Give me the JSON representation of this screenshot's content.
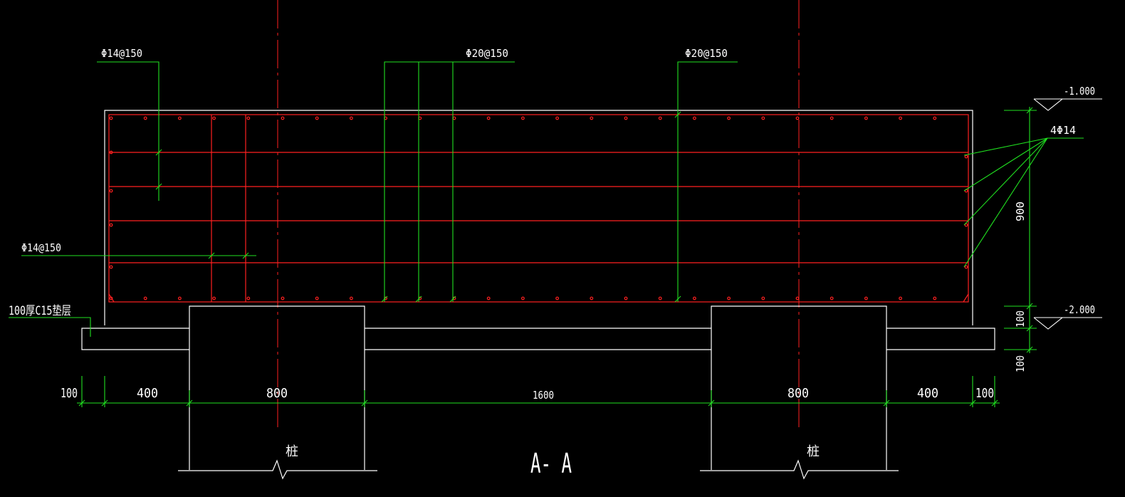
{
  "colors": {
    "background": "#000000",
    "outline": "#ffffff",
    "rebar": "#ff2020",
    "annotation": "#20e020",
    "centerline": "#ff2020"
  },
  "labels": {
    "rebar_top_left": "Φ14@150",
    "rebar_top_mid": "Φ20@150",
    "rebar_top_right": "Φ20@150",
    "rebar_left_mid": "Φ14@150",
    "side_bars": "4Φ14",
    "cushion": "100厚C15垫层",
    "elev_top": "-1.000",
    "elev_bottom": "-2.000",
    "height_900": "900",
    "height_100a": "100",
    "height_100b": "100",
    "dims": [
      "100",
      "400",
      "800",
      "1600",
      "800",
      "400",
      "100"
    ],
    "pile_left": "桩",
    "pile_right": "桩",
    "section_title": "A- A"
  }
}
